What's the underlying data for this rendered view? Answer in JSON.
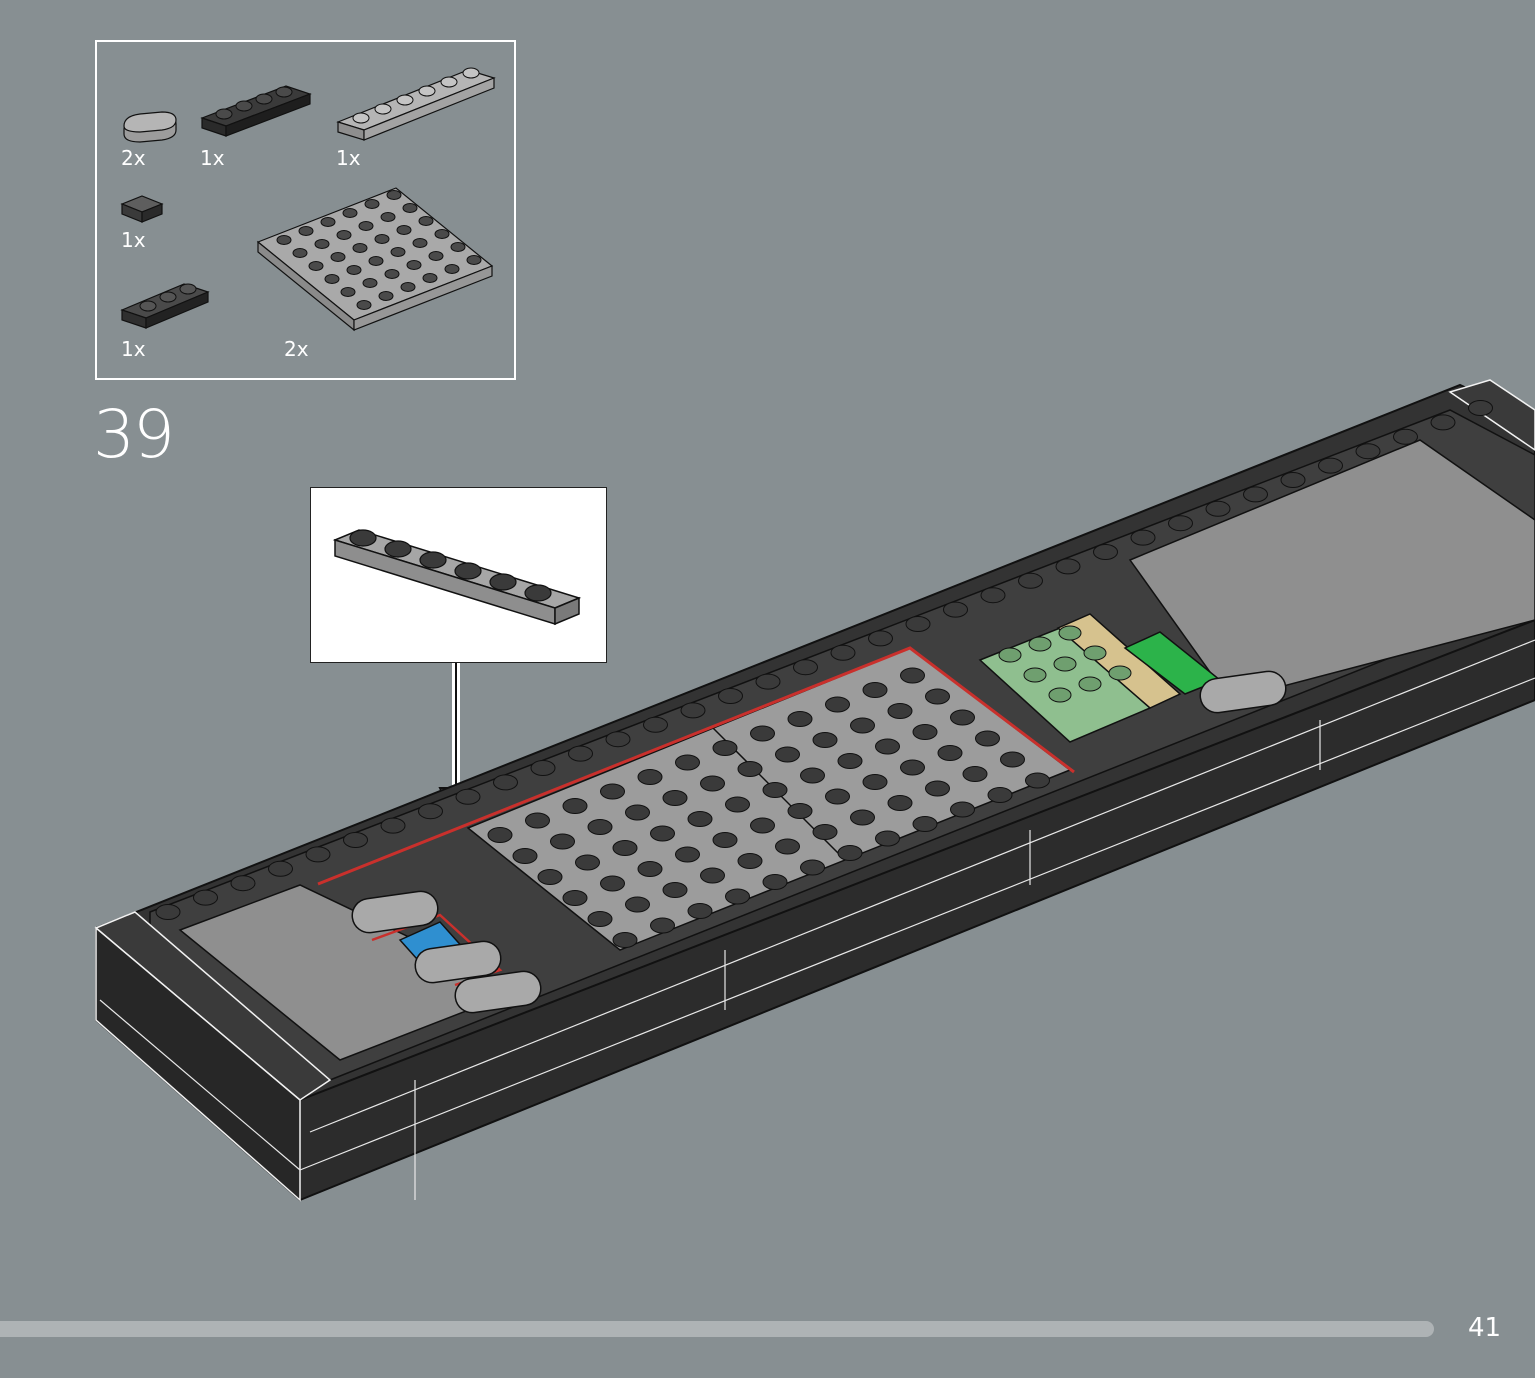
{
  "page": {
    "background": "#878f92",
    "step_number": "39",
    "page_number": "41"
  },
  "parts_list": [
    {
      "icon": "tile-1x2-round-light-gray-icon",
      "qty": "2x"
    },
    {
      "icon": "plate-1x4-dark-gray-icon",
      "qty": "1x"
    },
    {
      "icon": "plate-1x6-light-gray-icon",
      "qty": "1x"
    },
    {
      "icon": "tile-1x1-dark-gray-icon",
      "qty": "1x"
    },
    {
      "icon": "plate-1x3-dark-gray-icon",
      "qty": "1x"
    },
    {
      "icon": "plate-6x6-light-gray-icon",
      "qty": "2x"
    }
  ],
  "callout": {
    "icon": "plate-1x6-light-gray-icon"
  },
  "model": {
    "icon": "train-car-base-assembly-icon"
  },
  "colors": {
    "brick_light": "#9c9c9c",
    "brick_dark": "#2c2c2c",
    "outline": "#111111",
    "highlight": "#c9302c",
    "sand_green": "#8fbf8f",
    "tan": "#d6c28e",
    "green": "#2cb34a",
    "blue": "#2f8fd0"
  },
  "progress": {
    "fraction": 1.0
  }
}
